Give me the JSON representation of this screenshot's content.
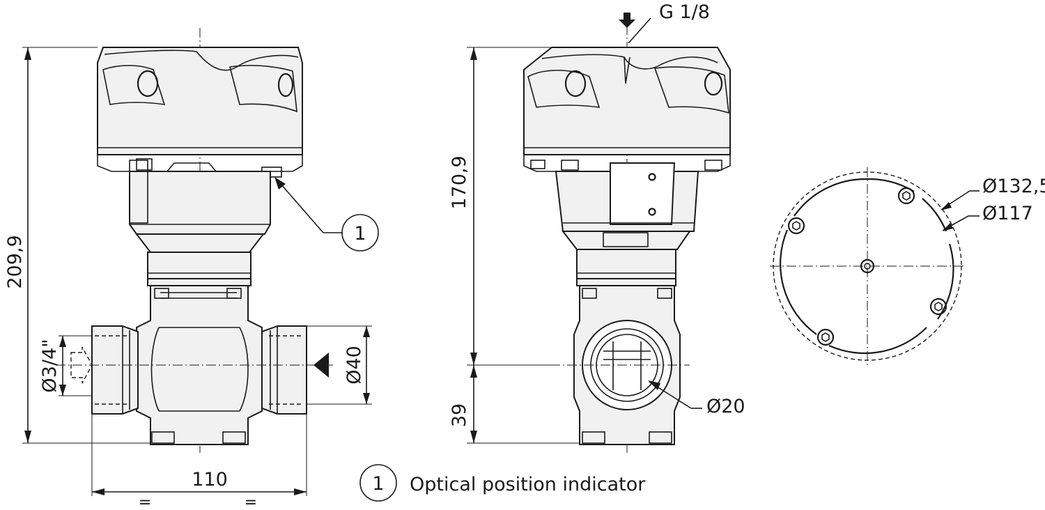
{
  "drawing": {
    "front_view": {
      "dim_overall_height": "209,9",
      "dim_width": "110",
      "dim_port_diameter": "Ø3/4\"",
      "dim_connection_diameter": "Ø40",
      "equal_mark_left": "=",
      "equal_mark_right": "=",
      "callout_marker": "1"
    },
    "side_view": {
      "port_label": "G 1/8",
      "dim_upper_height": "170,9",
      "dim_lower_height": "39",
      "dim_bore": "Ø20"
    },
    "top_view": {
      "dim_outer_diameter": "Ø132,5",
      "dim_bolt_circle": "Ø117"
    },
    "legend": {
      "marker": "1",
      "label": "Optical position indicator"
    }
  }
}
